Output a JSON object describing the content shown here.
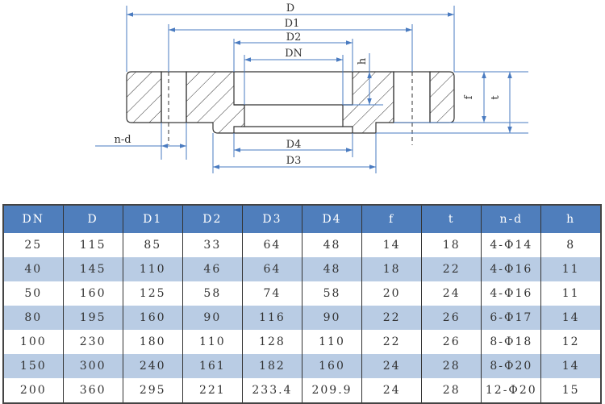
{
  "drawing": {
    "labels": {
      "D": "D",
      "D1": "D1",
      "D2": "D2",
      "DN": "DN",
      "h": "h",
      "f": "f",
      "t": "t",
      "nd": "n-d",
      "D4": "D4",
      "D3": "D3"
    },
    "colors": {
      "dimension": "#4a7bc0",
      "outline": "#333333"
    }
  },
  "table": {
    "headers": [
      "DN",
      "D",
      "D1",
      "D2",
      "D3",
      "D4",
      "f",
      "t",
      "n-d",
      "h"
    ],
    "rows": [
      [
        "25",
        "115",
        "85",
        "33",
        "64",
        "48",
        "14",
        "18",
        "4-Φ14",
        "8"
      ],
      [
        "40",
        "145",
        "110",
        "46",
        "64",
        "48",
        "18",
        "22",
        "4-Φ16",
        "11"
      ],
      [
        "50",
        "160",
        "125",
        "58",
        "74",
        "58",
        "20",
        "24",
        "4-Φ16",
        "11"
      ],
      [
        "80",
        "195",
        "160",
        "90",
        "116",
        "90",
        "22",
        "26",
        "6-Φ17",
        "14"
      ],
      [
        "100",
        "230",
        "180",
        "110",
        "128",
        "110",
        "22",
        "26",
        "8-Φ18",
        "12"
      ],
      [
        "150",
        "300",
        "240",
        "161",
        "182",
        "160",
        "24",
        "28",
        "8-Φ20",
        "14"
      ],
      [
        "200",
        "360",
        "295",
        "221",
        "233.4",
        "209.9",
        "24",
        "28",
        "12-Φ20",
        "15"
      ]
    ],
    "colors": {
      "header_bg": "#4f7ebc",
      "stripe_bg": "#b9cce4"
    }
  }
}
